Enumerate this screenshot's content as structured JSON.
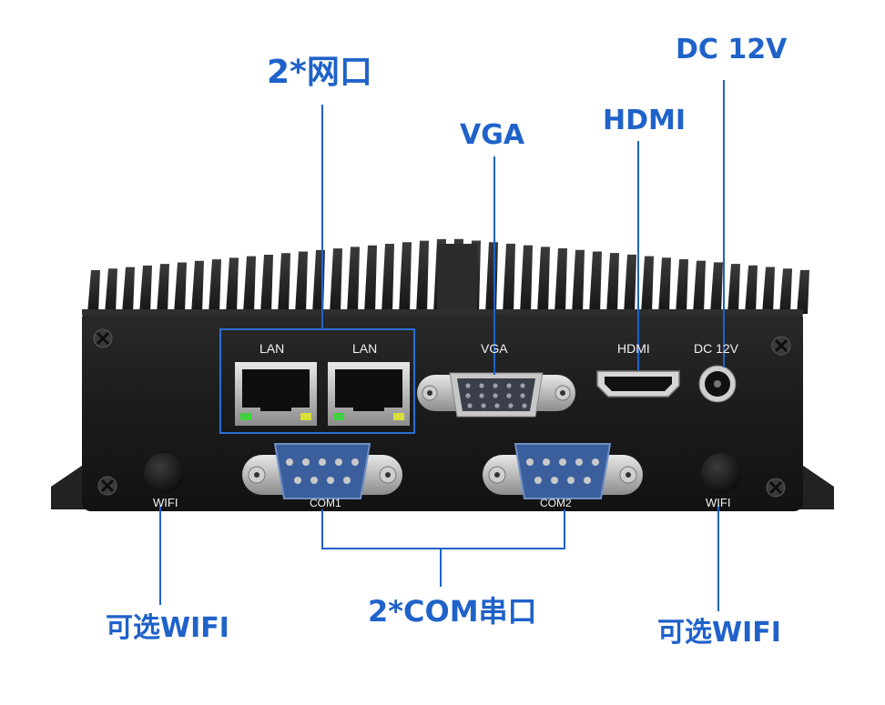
{
  "callouts": {
    "lan": "2*网口",
    "vga": "VGA",
    "hdmi": "HDMI",
    "dc": "DC 12V",
    "wifi_left": "可选WIFI",
    "wifi_right": "可选WIFI",
    "com": "2*COM串口"
  },
  "panel_labels": {
    "lan1": "LAN",
    "lan2": "LAN",
    "vga": "VGA",
    "hdmi": "HDMI",
    "dc": "DC 12V",
    "com1": "COM1",
    "com2": "COM2",
    "wifi_left": "WIFI",
    "wifi_right": "WIFI"
  },
  "colors": {
    "callout": "#1f62c9",
    "chassis": "#1b1b1b",
    "lan_led_green": "#3fd13f",
    "lan_led_yellow": "#d8e03a",
    "com_connector": "#3b5f9c"
  }
}
